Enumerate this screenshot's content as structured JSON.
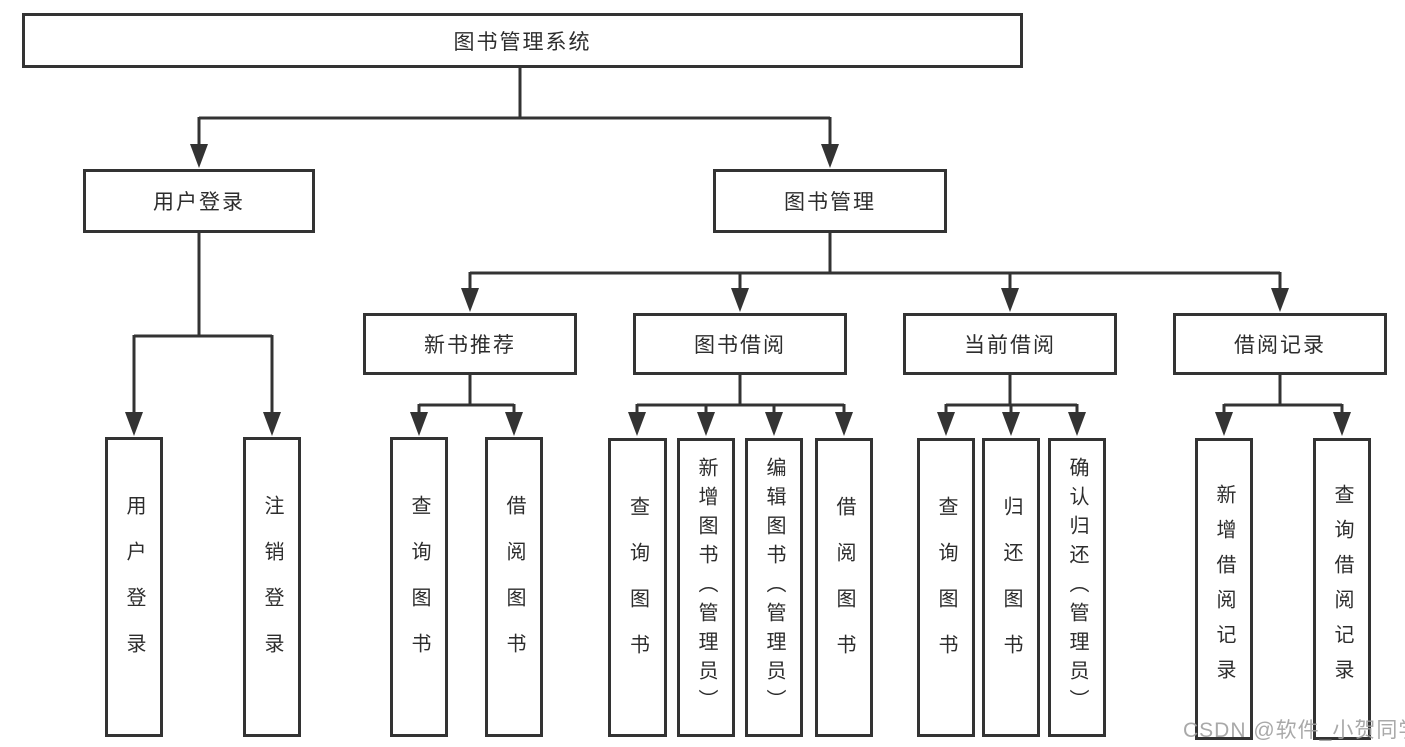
{
  "colors": {
    "line": "#333333",
    "text": "#2d2d2d",
    "box_background": "#ffffff",
    "page_background": "#ffffff",
    "watermark": "#a0a0a0"
  },
  "watermark": {
    "text": "CSDN @软件_小贺同学"
  },
  "tree": {
    "label": "图书管理系统",
    "children": [
      {
        "label": "用户登录",
        "children": [
          {
            "label": "用户登录"
          },
          {
            "label": "注销登录"
          }
        ]
      },
      {
        "label": "图书管理",
        "children": [
          {
            "label": "新书推荐",
            "children": [
              {
                "label": "查询图书"
              },
              {
                "label": "借阅图书"
              }
            ]
          },
          {
            "label": "图书借阅",
            "children": [
              {
                "label": "查询图书"
              },
              {
                "label": "新增图书（管理员）"
              },
              {
                "label": "编辑图书（管理员）"
              },
              {
                "label": "借阅图书"
              }
            ]
          },
          {
            "label": "当前借阅",
            "children": [
              {
                "label": "查询图书"
              },
              {
                "label": "归还图书"
              },
              {
                "label": "确认归还（管理员）"
              }
            ]
          },
          {
            "label": "借阅记录",
            "children": [
              {
                "label": "新增借阅记录"
              },
              {
                "label": "查询借阅记录"
              }
            ]
          }
        ]
      }
    ]
  }
}
